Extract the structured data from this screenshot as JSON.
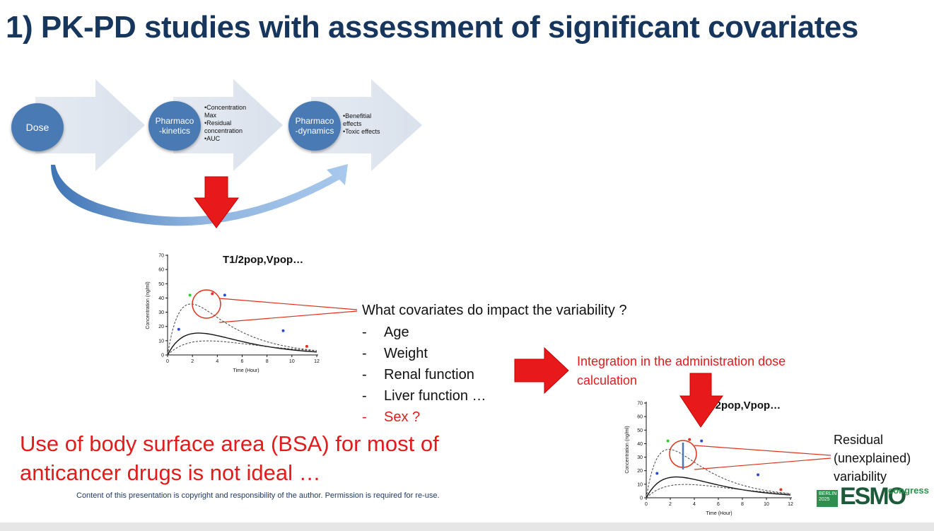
{
  "title": "1) PK-PD studies with assessment of significant covariates",
  "flow": {
    "dose_label": "Dose",
    "pk_label": "Pharmaco\n-kinetics",
    "pk_bullets": [
      "Concentration Max",
      "Residual concentration",
      "AUC"
    ],
    "pd_label": "Pharmaco\n-dynamics",
    "pd_bullets": [
      "Benefitial effects",
      "Toxic effects"
    ]
  },
  "question": "What covariates do impact the variability ?",
  "covariates": [
    {
      "dash": "-",
      "label": "Age",
      "color": "#111111"
    },
    {
      "dash": "-",
      "label": "Weight",
      "color": "#111111"
    },
    {
      "dash": "-",
      "label": "Renal function",
      "color": "#111111"
    },
    {
      "dash": "-",
      "label": "Liver function …",
      "color": "#111111"
    },
    {
      "dash": "-",
      "label": "Sex ?",
      "color": "#e21b1b"
    }
  ],
  "integration_text": "Integration in the administration dose calculation",
  "bsa_text": "Use of body surface area (BSA) for most of anticancer drugs is not ideal …",
  "copyright": "Content of this presentation is copyright and responsibility of the author. Permission is required for re-use.",
  "residual_text": "Residual (unexplained) variability",
  "chart_data": [
    {
      "type": "line",
      "annotation": "T1/2pop,Vpop…",
      "xlabel": "Time (Hour)",
      "ylabel": "Concentration (ng/ml)",
      "xlim": [
        0,
        12
      ],
      "ylim": [
        0,
        70
      ],
      "xticks": [
        "0",
        "2",
        "4",
        "6",
        "8",
        "10",
        "12"
      ],
      "yticks": [
        "0",
        "10",
        "20",
        "30",
        "40",
        "50",
        "60",
        "70"
      ]
    },
    {
      "type": "line",
      "annotation": "T1/2pop,Vpop…",
      "xlabel": "Time (Hour)",
      "ylabel": "Concentration (ng/ml)",
      "xlim": [
        0,
        12
      ],
      "ylim": [
        0,
        70
      ],
      "xticks": [
        "0",
        "2",
        "4",
        "6",
        "8",
        "10",
        "12"
      ],
      "yticks": [
        "0",
        "10",
        "20",
        "30",
        "40",
        "50",
        "60",
        "70"
      ]
    }
  ],
  "logo": {
    "city": "BERLIN\n2025",
    "name": "ESMO",
    "suffix": "congress"
  },
  "colors": {
    "title": "#17365d",
    "accent_red": "#e21b1b",
    "circle_blue": "#4a7ab4"
  }
}
